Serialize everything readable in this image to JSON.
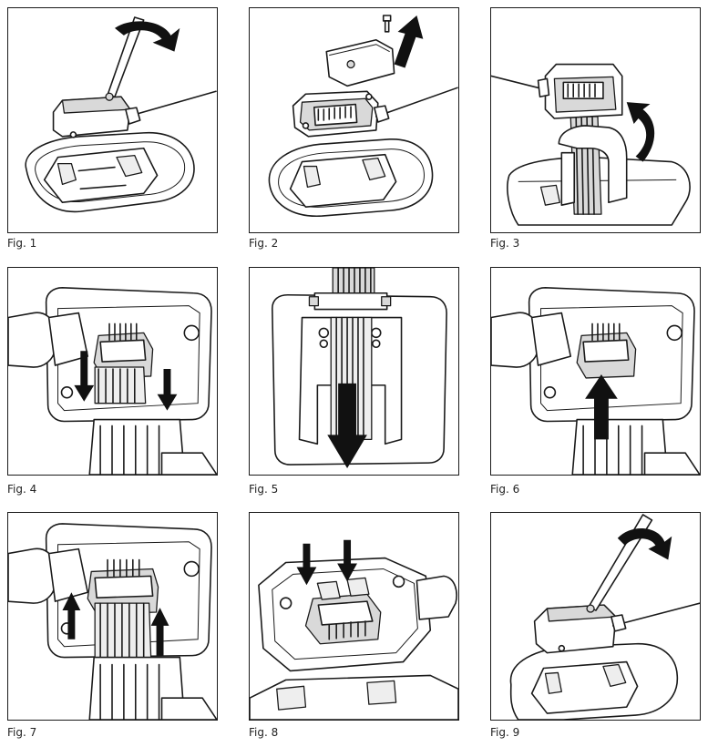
{
  "figures": [
    {
      "caption": "Fig. 1",
      "step": "unscrew cover screw"
    },
    {
      "caption": "Fig. 2",
      "step": "lift off cover"
    },
    {
      "caption": "Fig. 3",
      "step": "tilt module out"
    },
    {
      "caption": "Fig. 4",
      "step": "open connector latches"
    },
    {
      "caption": "Fig. 5",
      "step": "pull out ribbon cable"
    },
    {
      "caption": "Fig. 6",
      "step": "insert ribbon cable"
    },
    {
      "caption": "Fig. 7",
      "step": "close connector latches"
    },
    {
      "caption": "Fig. 8",
      "step": "press cover onto connector"
    },
    {
      "caption": "Fig. 9",
      "step": "tighten cover screw"
    }
  ],
  "icons": [
    "rotate-arrow-icon",
    "straight-arrow-icon"
  ],
  "colors": {
    "line": "#1a1a1a",
    "arrow": "#111111",
    "shade": "#d9d9d9"
  }
}
